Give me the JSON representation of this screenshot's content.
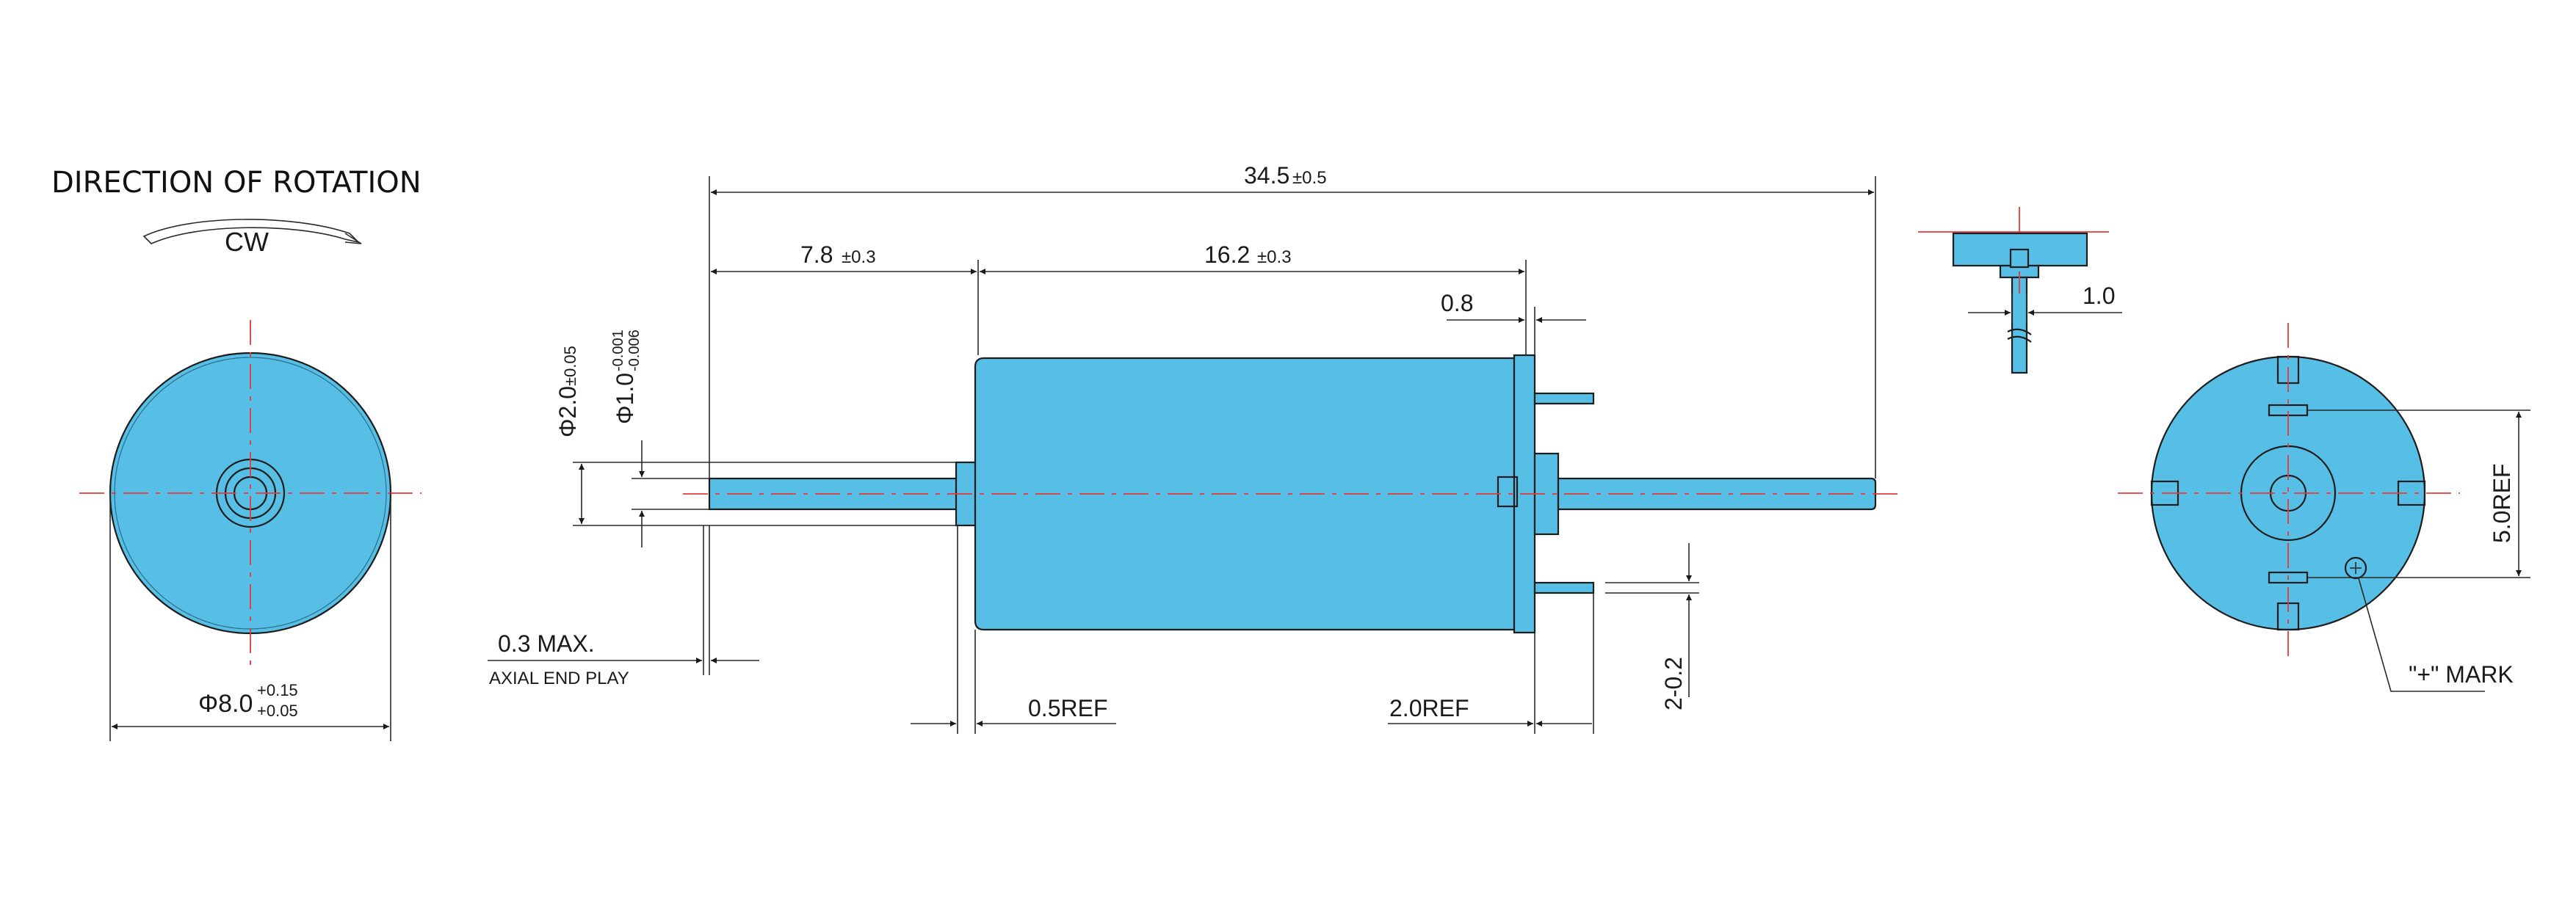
{
  "colors": {
    "body": "#57bfe6",
    "outline": "#1d1d1d",
    "centerline": "#e33b3b",
    "background": "#ffffff"
  },
  "rotation": {
    "heading": "DIRECTION OF ROTATION",
    "direction": "CW"
  },
  "front_view": {
    "diameter_label": "Φ8.0",
    "diameter_tol_upper": "+0.15",
    "diameter_tol_lower": "+0.05"
  },
  "side_view": {
    "overall_length": "34.5",
    "overall_length_tol": "±0.5",
    "shaft_length": "7.8",
    "shaft_length_tol": "±0.3",
    "body_length": "16.2",
    "body_length_tol": "±0.3",
    "terminal_offset": "0.8",
    "boss_diameter": "Φ2.0",
    "boss_diameter_tol": "±0.05",
    "shaft_diameter": "Φ1.0",
    "shaft_diameter_tol_upper": "-0.001",
    "shaft_diameter_tol_lower": "-0.006",
    "end_play": "0.3 MAX.",
    "end_play_caption": "AXIAL END PLAY",
    "front_boss_ref": "0.5REF",
    "terminal_ref": "2.0REF",
    "terminal_thickness": "2-0.2"
  },
  "terminal_detail": {
    "width": "1.0"
  },
  "rear_view": {
    "terminal_spacing": "5.0REF",
    "mark_label": "\"+\" MARK"
  }
}
